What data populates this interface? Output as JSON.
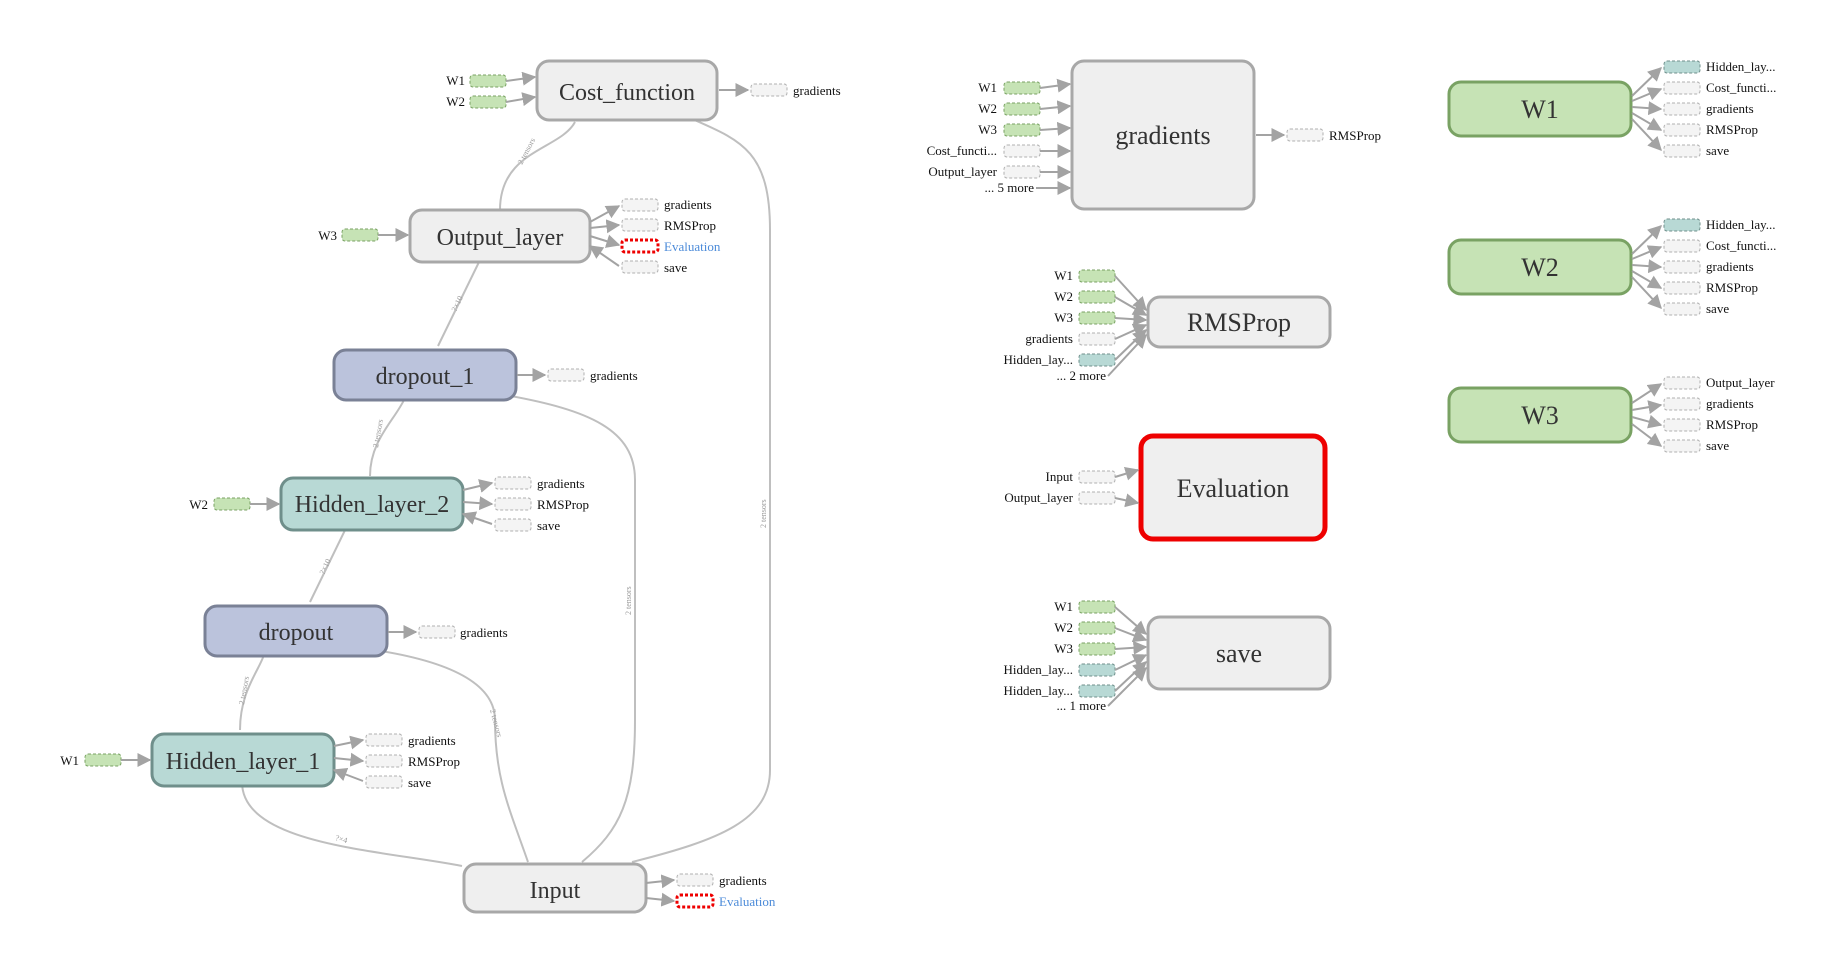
{
  "colors": {
    "node_default": "#efefef",
    "node_stroke": "#a8a8a8",
    "node_dropout": "#bbc3dc",
    "node_dropout_stroke": "#7a8196",
    "node_hidden": "#b8d9d5",
    "node_hidden_stroke": "#6f8f8b",
    "node_weight": "#c6e3b5",
    "node_weight_stroke": "#79a263",
    "highlight": "#ee0000",
    "link_text": "#4c8bd9"
  },
  "main_graph": {
    "nodes": {
      "cost_function": "Cost_function",
      "output_layer": "Output_layer",
      "dropout_1": "dropout_1",
      "hidden_layer_2": "Hidden_layer_2",
      "dropout": "dropout",
      "hidden_layer_1": "Hidden_layer_1",
      "input": "Input"
    },
    "ports": {
      "cost_in_w1": "W1",
      "cost_in_w2": "W2",
      "cost_out_gradients": "gradients",
      "output_in_w3": "W3",
      "output_out": [
        "gradients",
        "RMSProp",
        "Evaluation",
        "save"
      ],
      "dropout1_out_gradients": "gradients",
      "hidden2_in_w2": "W2",
      "hidden2_out": [
        "gradients",
        "RMSProp",
        "save"
      ],
      "dropout_out_gradients": "gradients",
      "hidden1_in_w1": "W1",
      "hidden1_out": [
        "gradients",
        "RMSProp",
        "save"
      ],
      "input_out": [
        "gradients",
        "Evaluation"
      ]
    },
    "edge_labels": {
      "output_to_cost": "2 tensors",
      "dropout1_to_output": "?×10",
      "hidden2_to_dropout1": "2 tensors",
      "dropout_to_hidden2": "?×10",
      "hidden1_to_dropout": "2 tensors",
      "input_to_hidden1": "?×4",
      "input_to_dropout": "2 tensors",
      "input_to_dropout1": "2 tensors",
      "input_to_cost": "2 tensors"
    }
  },
  "aux_nodes": {
    "gradients": {
      "title": "gradients",
      "inputs": [
        "W1",
        "W2",
        "W3",
        "Cost_functi...",
        "Output_layer"
      ],
      "more": "... 5 more",
      "output": "RMSProp"
    },
    "rmsprop": {
      "title": "RMSProp",
      "inputs": [
        "W1",
        "W2",
        "W3",
        "gradients",
        "Hidden_lay..."
      ],
      "more": "... 2 more"
    },
    "evaluation": {
      "title": "Evaluation",
      "inputs": [
        "Input",
        "Output_layer"
      ]
    },
    "save": {
      "title": "save",
      "inputs": [
        "W1",
        "W2",
        "W3",
        "Hidden_lay...",
        "Hidden_lay..."
      ],
      "more": "... 1 more"
    },
    "w1": {
      "title": "W1",
      "outputs": [
        "Hidden_lay...",
        "Cost_functi...",
        "gradients",
        "RMSProp",
        "save"
      ]
    },
    "w2": {
      "title": "W2",
      "outputs": [
        "Hidden_lay...",
        "Cost_functi...",
        "gradients",
        "RMSProp",
        "save"
      ]
    },
    "w3": {
      "title": "W3",
      "outputs": [
        "Output_layer",
        "gradients",
        "RMSProp",
        "save"
      ]
    }
  }
}
